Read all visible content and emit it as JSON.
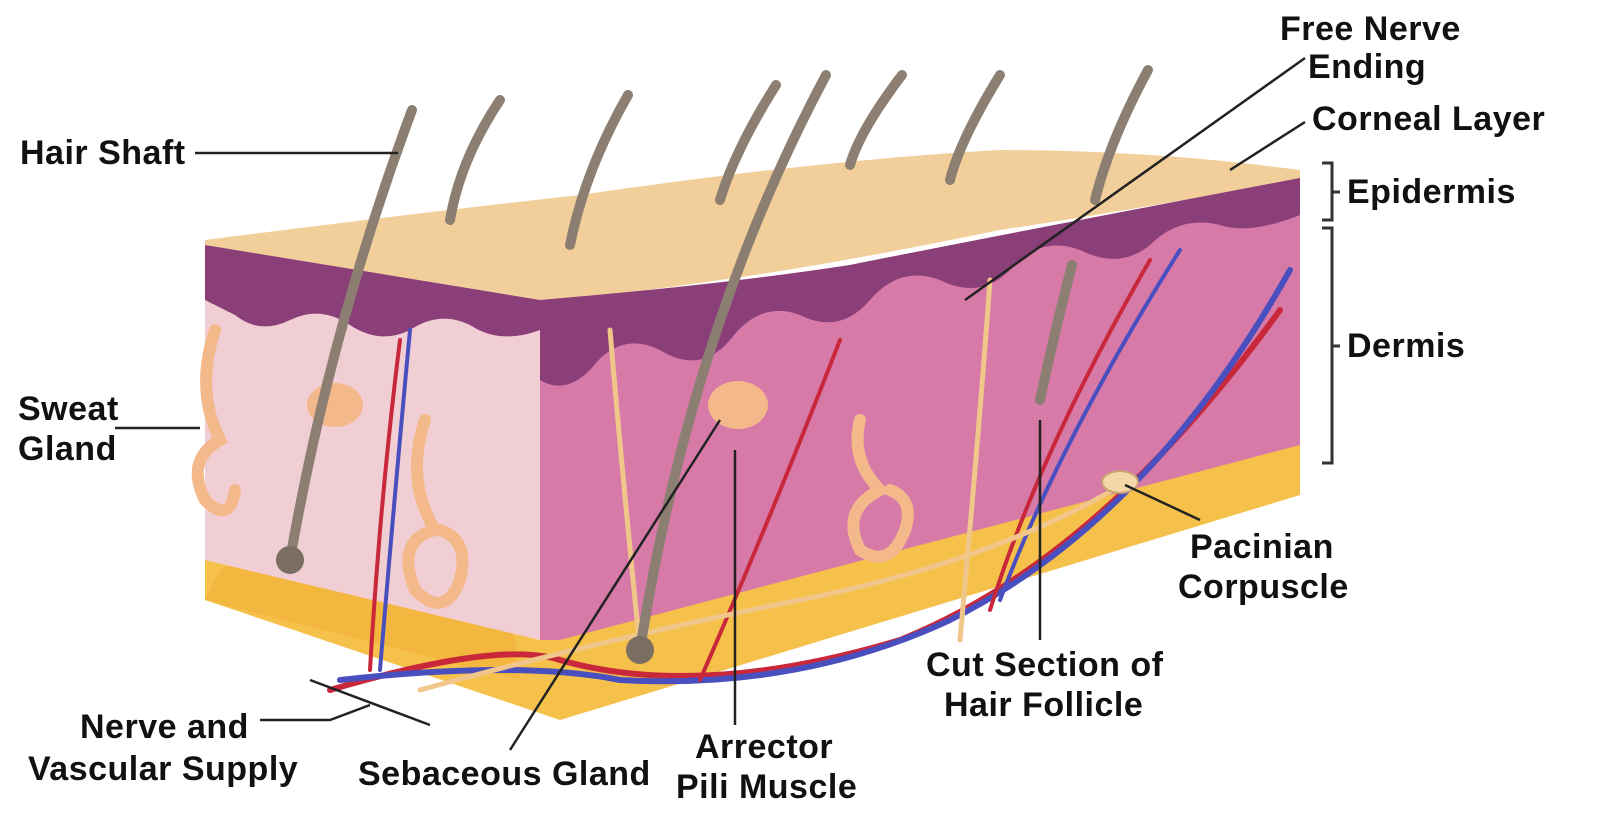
{
  "labels": {
    "hair_shaft": "Hair Shaft",
    "free_nerve_ending_1": "Free Nerve",
    "free_nerve_ending_2": "Ending",
    "corneal_layer": "Corneal Layer",
    "epidermis": "Epidermis",
    "dermis": "Dermis",
    "sweat_gland_1": "Sweat",
    "sweat_gland_2": "Gland",
    "pacinian_corpuscle_1": "Pacinian",
    "pacinian_corpuscle_2": "Corpuscle",
    "cut_section_1": "Cut Section of",
    "cut_section_2": "Hair Follicle",
    "nerve_vascular_1": "Nerve and",
    "nerve_vascular_2": "Vascular Supply",
    "sebaceous_gland": "Sebaceous Gland",
    "arrector_1": "Arrector",
    "arrector_2": "Pili Muscle"
  },
  "colors": {
    "surface": "#f2cf9a",
    "epidermis": "#8a3f78",
    "dermis": "#d77aa8",
    "dermis_light": "#f1cdd4",
    "fat": "#f6c14a",
    "hair": "#8c7f72",
    "artery": "#c8283a",
    "vein": "#4a4fc0",
    "nerve": "#f0c68a",
    "gland": "#f3b98a"
  }
}
